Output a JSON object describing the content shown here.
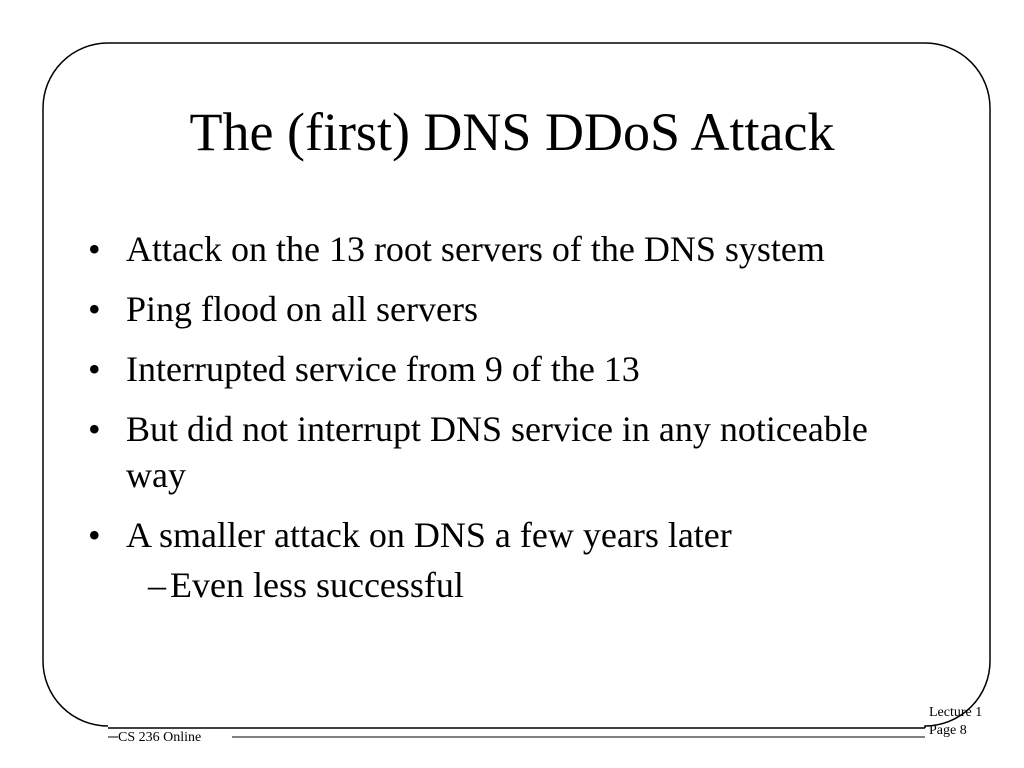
{
  "slide": {
    "title": "The (first) DNS DDoS Attack",
    "bullets": [
      "Attack on the 13 root servers of the DNS system",
      "Ping flood on all servers",
      "Interrupted service from 9 of the 13",
      "But did not interrupt DNS service in any noticeable way",
      "A smaller attack on DNS a few years later"
    ],
    "sub_bullets": [
      "Even less successful"
    ],
    "bullet_glyph": "•",
    "sub_bullet_glyph": "–"
  },
  "footer": {
    "course": "CS 236 Online",
    "lecture": "Lecture 1",
    "page": "Page 8"
  }
}
